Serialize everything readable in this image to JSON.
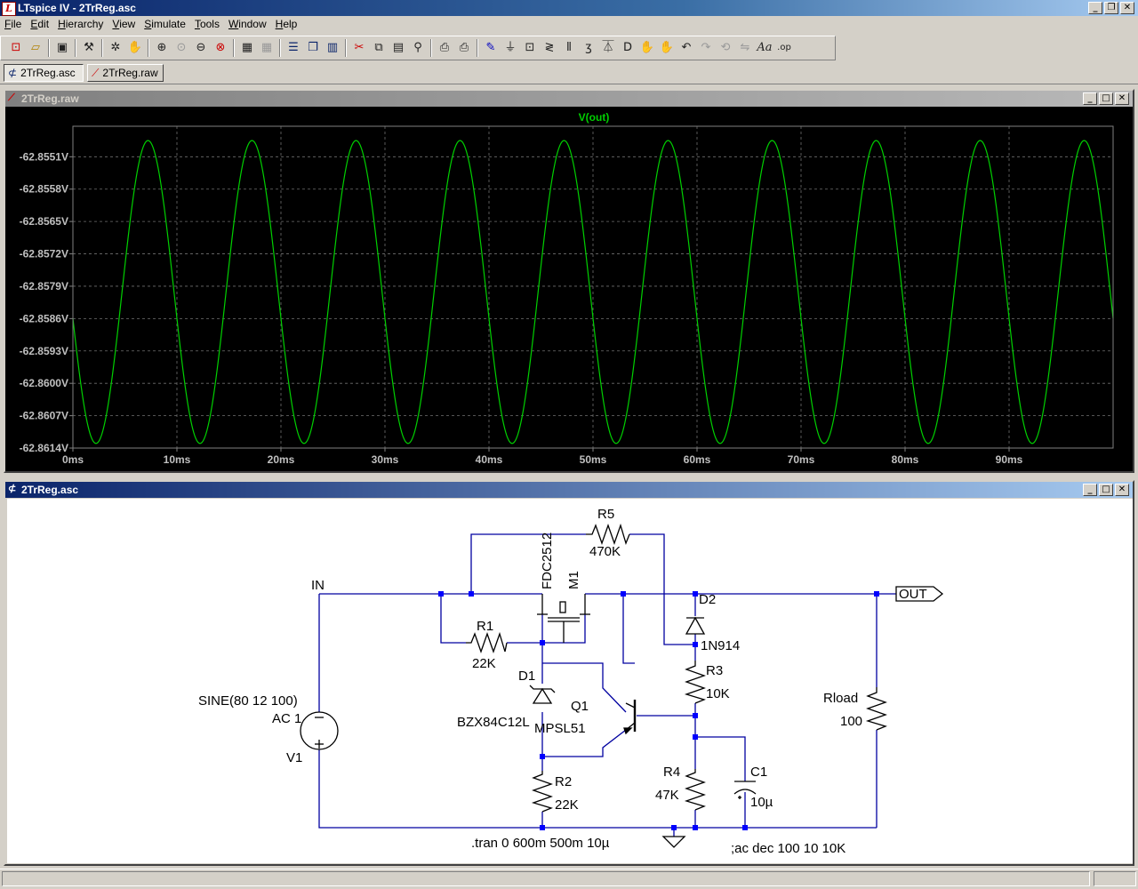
{
  "window": {
    "title": "LTspice IV - 2TrReg.asc",
    "app_icon": "ltspice-icon"
  },
  "menu": [
    {
      "pre": "",
      "u": "F",
      "post": "ile",
      "label": "File"
    },
    {
      "pre": "",
      "u": "E",
      "post": "dit",
      "label": "Edit"
    },
    {
      "pre": "",
      "u": "H",
      "post": "ierarchy",
      "label": "Hierarchy"
    },
    {
      "pre": "",
      "u": "V",
      "post": "iew",
      "label": "View"
    },
    {
      "pre": "",
      "u": "S",
      "post": "imulate",
      "label": "Simulate"
    },
    {
      "pre": "",
      "u": "T",
      "post": "ools",
      "label": "Tools"
    },
    {
      "pre": "",
      "u": "W",
      "post": "indow",
      "label": "Window"
    },
    {
      "pre": "",
      "u": "H",
      "post": "elp",
      "label": "Help"
    }
  ],
  "tabs": [
    {
      "label": "2TrReg.asc",
      "icon": "schematic-icon",
      "active": true
    },
    {
      "label": "2TrReg.raw",
      "icon": "waveform-icon",
      "active": false
    }
  ],
  "plot_window": {
    "title": "2TrReg.raw",
    "trace_label": "V(out)",
    "colors": {
      "background": "#000000",
      "trace": "#00d000",
      "axis": "#808080",
      "grid": "#606060",
      "label": "#c0c0c0"
    }
  },
  "schematic_window": {
    "title": "2TrReg.asc"
  },
  "schematic": {
    "labels": {
      "in": "IN",
      "out": "OUT",
      "r5": "R5",
      "r5_val": "470K",
      "m1_model": "FDC2512",
      "m1": "M1",
      "d2": "D2",
      "d2_model": "1N914",
      "r1": "R1",
      "r1_val": "22K",
      "r3": "R3",
      "r3_val": "10K",
      "d1": "D1",
      "d1_model": "BZX84C12L",
      "q1": "Q1",
      "q1_model": "MPSL51",
      "sine": "SINE(80 12 100)",
      "ac": "AC 1",
      "v1": "V1",
      "rload": "Rload",
      "rload_val": "100",
      "r4": "R4",
      "r4_val": "47K",
      "c1": "C1",
      "c1_val": "10µ",
      "r2": "R2",
      "r2_val": "22K",
      "tran": ".tran 0 600m 500m 10µ",
      "ac_cmd": ";ac dec 100 10 10K"
    }
  },
  "chart_data": {
    "type": "line",
    "title": "V(out)",
    "xlabel": "",
    "ylabel": "",
    "x_ticks": [
      "0ms",
      "10ms",
      "20ms",
      "30ms",
      "40ms",
      "50ms",
      "60ms",
      "70ms",
      "80ms",
      "90ms"
    ],
    "y_ticks": [
      "-62.8551V",
      "-62.8558V",
      "-62.8565V",
      "-62.8572V",
      "-62.8579V",
      "-62.8586V",
      "-62.8593V",
      "-62.8600V",
      "-62.8607V",
      "-62.8614V"
    ],
    "xlim_ms": [
      0,
      100
    ],
    "ylim_v": [
      -62.8614,
      -62.85444
    ],
    "grid": true,
    "series": [
      {
        "name": "V(out)",
        "frequency_hz": 100,
        "max_v": -62.85475,
        "min_v": -62.8613,
        "v_at_0": -62.8584,
        "phase_deg": -170,
        "x_range_ms": [
          0,
          100
        ]
      }
    ]
  }
}
